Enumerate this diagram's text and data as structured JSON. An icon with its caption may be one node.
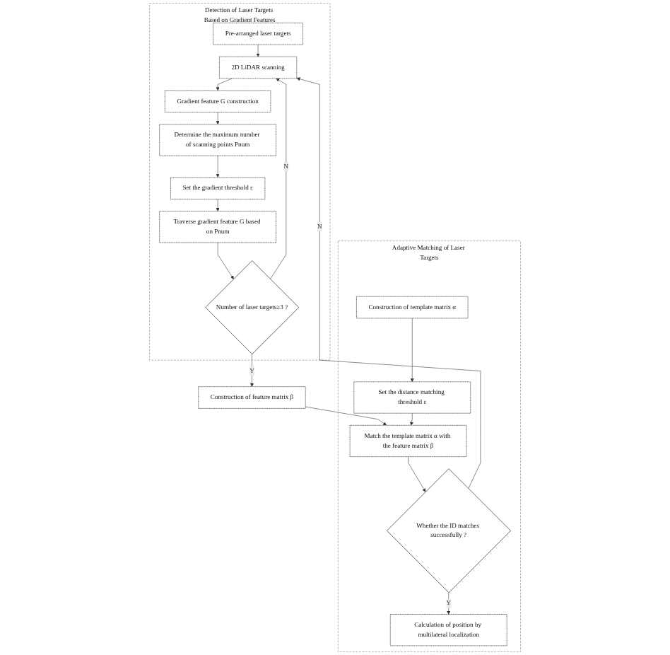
{
  "diagram": {
    "nodes": [
      {
        "text": [
          "Detection of Laser Targets Based on Gradient Features"
        ]
      },
      {
        "text": [
          "Pre-arranged laser targets"
        ],
        "in": 0
      },
      {
        "text": [
          "2D LiDAR scanning"
        ],
        "in": 0
      },
      {
        "text": [
          "Gradient feature G construction"
        ],
        "in": 0
      },
      {
        "text": [
          "Determine the maximum number of scanning points Pnum"
        ],
        "in": 0
      },
      {
        "text": [
          "Set the gradient threshold ε"
        ],
        "in": 0
      },
      {
        "text": [
          "Traverse gradient feature G based on Pnum"
        ],
        "in": 0
      },
      {
        "text": [
          "Number of laser targets≥3 ?"
        ],
        "in": 0
      },
      {
        "text": [
          "Construction of feature matrix β"
        ]
      },
      {
        "text": [
          "Adaptive Matching of Laser Targets"
        ]
      },
      {
        "text": [
          "Construction of template matrix α"
        ],
        "in": 9
      },
      {
        "text": [
          "Set the distance matching threshold ε"
        ],
        "in": 9
      },
      {
        "text": [
          "Match the template matrix α with the feature matrix β"
        ],
        "in": 9
      },
      {
        "text": [
          "Whether the ID matches successfully ?"
        ],
        "in": 9
      },
      {
        "text": [
          "Calculation of position by multilateral localization"
        ],
        "in": 9
      }
    ],
    "edges": [
      {
        "from": 1,
        "to": 2,
        "arrow": "to"
      },
      {
        "from": 2,
        "to": 3,
        "arrow": "to"
      },
      {
        "from": 3,
        "to": 4,
        "arrow": "to"
      },
      {
        "from": 4,
        "to": 5,
        "arrow": "to"
      },
      {
        "from": 5,
        "to": 6,
        "arrow": "to"
      },
      {
        "from": 6,
        "to": 7,
        "arrow": "to"
      },
      {
        "from": 7,
        "to": 2,
        "arrow": "to",
        "label": "N"
      },
      {
        "from": 7,
        "to": 8,
        "arrow": "to",
        "label": "Y"
      },
      {
        "from": 8,
        "to": 12,
        "arrow": "to"
      },
      {
        "from": 10,
        "to": 11,
        "arrow": "to"
      },
      {
        "from": 11,
        "to": 12,
        "arrow": "to"
      },
      {
        "from": 12,
        "to": 13,
        "arrow": "to"
      },
      {
        "from": 13,
        "to": 2,
        "arrow": "to",
        "label": "N"
      },
      {
        "from": 13,
        "to": 14,
        "arrow": "to",
        "label": "Y"
      }
    ]
  }
}
